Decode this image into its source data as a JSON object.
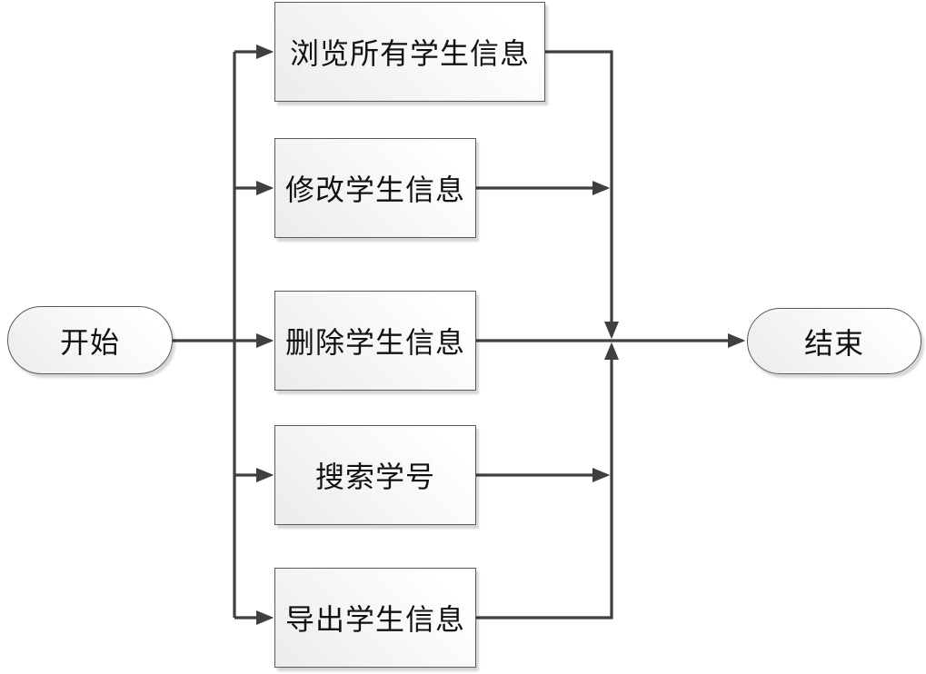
{
  "diagram": {
    "type": "flowchart",
    "language": "zh-CN",
    "colors": {
      "background": "#ffffff",
      "connector": "#3f3f3f",
      "node_border": "#5a5a5a",
      "node_fill_light": "#ffffff",
      "node_fill_dark": "#ececec",
      "text": "#111111"
    },
    "nodes": [
      {
        "id": "start",
        "shape": "stadium",
        "label": "开始"
      },
      {
        "id": "browse",
        "shape": "process",
        "label": "浏览所有学生信息"
      },
      {
        "id": "modify",
        "shape": "process",
        "label": "修改学生信息"
      },
      {
        "id": "delete",
        "shape": "process",
        "label": "删除学生信息"
      },
      {
        "id": "search",
        "shape": "process",
        "label": "搜索学号"
      },
      {
        "id": "export",
        "shape": "process",
        "label": "导出学生信息"
      },
      {
        "id": "end",
        "shape": "stadium",
        "label": "结束"
      }
    ],
    "edges": [
      {
        "from": "start",
        "to": "browse"
      },
      {
        "from": "start",
        "to": "modify"
      },
      {
        "from": "start",
        "to": "delete"
      },
      {
        "from": "start",
        "to": "search"
      },
      {
        "from": "start",
        "to": "export"
      },
      {
        "from": "browse",
        "to": "end"
      },
      {
        "from": "modify",
        "to": "end"
      },
      {
        "from": "delete",
        "to": "end"
      },
      {
        "from": "search",
        "to": "end"
      },
      {
        "from": "export",
        "to": "end"
      }
    ]
  }
}
